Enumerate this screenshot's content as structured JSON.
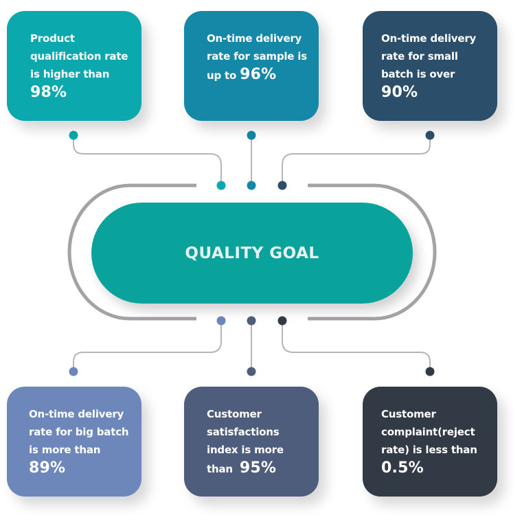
{
  "center": {
    "title": "QUALITY GOAL",
    "color": "#0aa39c"
  },
  "ring_color": "#a3a3a7",
  "wire_color": "#b5b5b8",
  "cards": [
    {
      "id": "product-qualification",
      "color": "#0ba9ad",
      "lines": [
        "Product",
        "qualification rate",
        "is higher than"
      ],
      "prefix": "",
      "value": "98%"
    },
    {
      "id": "sample-delivery",
      "color": "#1488a6",
      "lines": [
        "On-time delivery",
        "rate for sample is"
      ],
      "prefix": "up to",
      "value": "96%"
    },
    {
      "id": "small-batch-delivery",
      "color": "#2b4f6b",
      "lines": [
        "On-time delivery",
        "rate for small",
        "batch is over"
      ],
      "prefix": "",
      "value": "90%"
    },
    {
      "id": "big-batch-delivery",
      "color": "#6d87bb",
      "lines": [
        "On-time delivery",
        "rate for big batch",
        "is more than"
      ],
      "prefix": "",
      "value": "89%"
    },
    {
      "id": "customer-satisfaction",
      "color": "#4f5d7c",
      "lines": [
        "Customer",
        "satisfactions",
        "index is more"
      ],
      "prefix": "than",
      "value": "95%"
    },
    {
      "id": "customer-complaint",
      "color": "#313a45",
      "lines": [
        "Customer",
        "complaint(reject",
        "rate) is less than"
      ],
      "prefix": "",
      "value": "0.5%"
    }
  ]
}
